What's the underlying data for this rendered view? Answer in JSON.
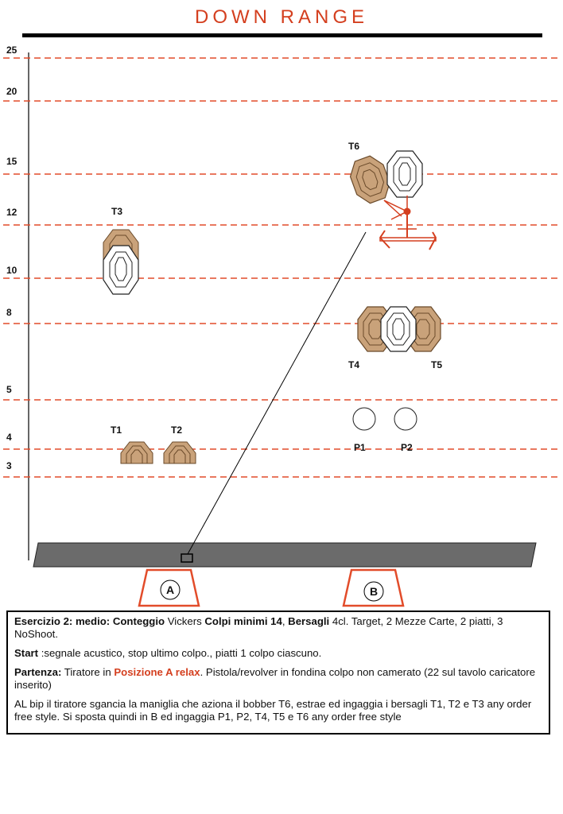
{
  "header": {
    "title": "DOWN RANGE"
  },
  "y_ticks": [
    "25",
    "20",
    "15",
    "12",
    "10",
    "8",
    "5",
    "4",
    "3"
  ],
  "targets": {
    "t1": "T1",
    "t2": "T2",
    "t3": "T3",
    "t4": "T4",
    "t5": "T5",
    "t6": "T6",
    "p1": "P1",
    "p2": "P2"
  },
  "positions": {
    "a": "A",
    "b": "B"
  },
  "colors": {
    "accent": "#d43f1f",
    "target_brown": "#c9a27a",
    "table_gray": "#6b6b6b"
  },
  "briefing": {
    "line1": {
      "p1": "Esercizio 2: medio: Conteggio",
      "p2": " Vickers ",
      "p3": "Colpi minimi 14",
      "p4": ", ",
      "p5": "Bersagli",
      "p6": " 4cl. Target, 2 Mezze Carte, 2 piatti, 3 NoShoot."
    },
    "line2": {
      "p1": "Start",
      "p2": " :segnale acustico, stop ultimo colpo., piatti 1 colpo ciascuno."
    },
    "line3": {
      "p1": "Partenza:",
      "p2": " Tiratore in ",
      "p3": "Posizione A relax",
      "p4": ". Pistola/revolver in fondina colpo non camerato (22 sul tavolo caricatore inserito)"
    },
    "line4": "AL bip il tiratore sgancia la maniglia che aziona il bobber T6, estrae ed ingaggia i bersagli T1, T2 e T3 any order free style. Si sposta quindi in B ed ingaggia P1, P2, T4, T5 e T6 any order free style"
  }
}
